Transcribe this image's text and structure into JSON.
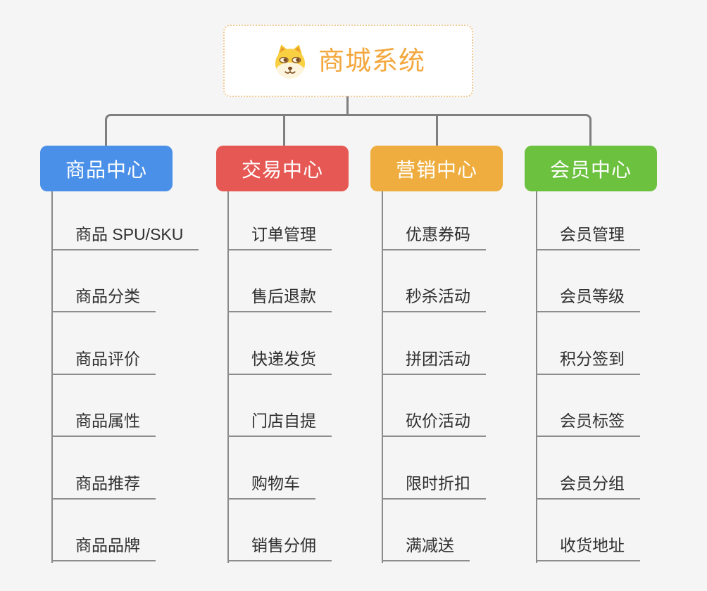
{
  "page": {
    "background": "#f5f5f5",
    "connector_color": "#7f7f7f",
    "underline_color": "#8d8d8d"
  },
  "root": {
    "title": "商城系统",
    "icon": "dog-mascot-icon",
    "title_color": "#f3a73d",
    "border_color": "#f0c992"
  },
  "branches": [
    {
      "label": "商品中心",
      "color": "#4a90e8",
      "children": [
        "商品 SPU/SKU",
        "商品分类",
        "商品评价",
        "商品属性",
        "商品推荐",
        "商品品牌"
      ]
    },
    {
      "label": "交易中心",
      "color": "#e65853",
      "children": [
        "订单管理",
        "售后退款",
        "快递发货",
        "门店自提",
        "购物车",
        "销售分佣"
      ]
    },
    {
      "label": "营销中心",
      "color": "#eead3e",
      "children": [
        "优惠券码",
        "秒杀活动",
        "拼团活动",
        "砍价活动",
        "限时折扣",
        "满减送"
      ]
    },
    {
      "label": "会员中心",
      "color": "#6cc13f",
      "children": [
        "会员管理",
        "会员等级",
        "积分签到",
        "会员标签",
        "会员分组",
        "收货地址"
      ]
    }
  ]
}
